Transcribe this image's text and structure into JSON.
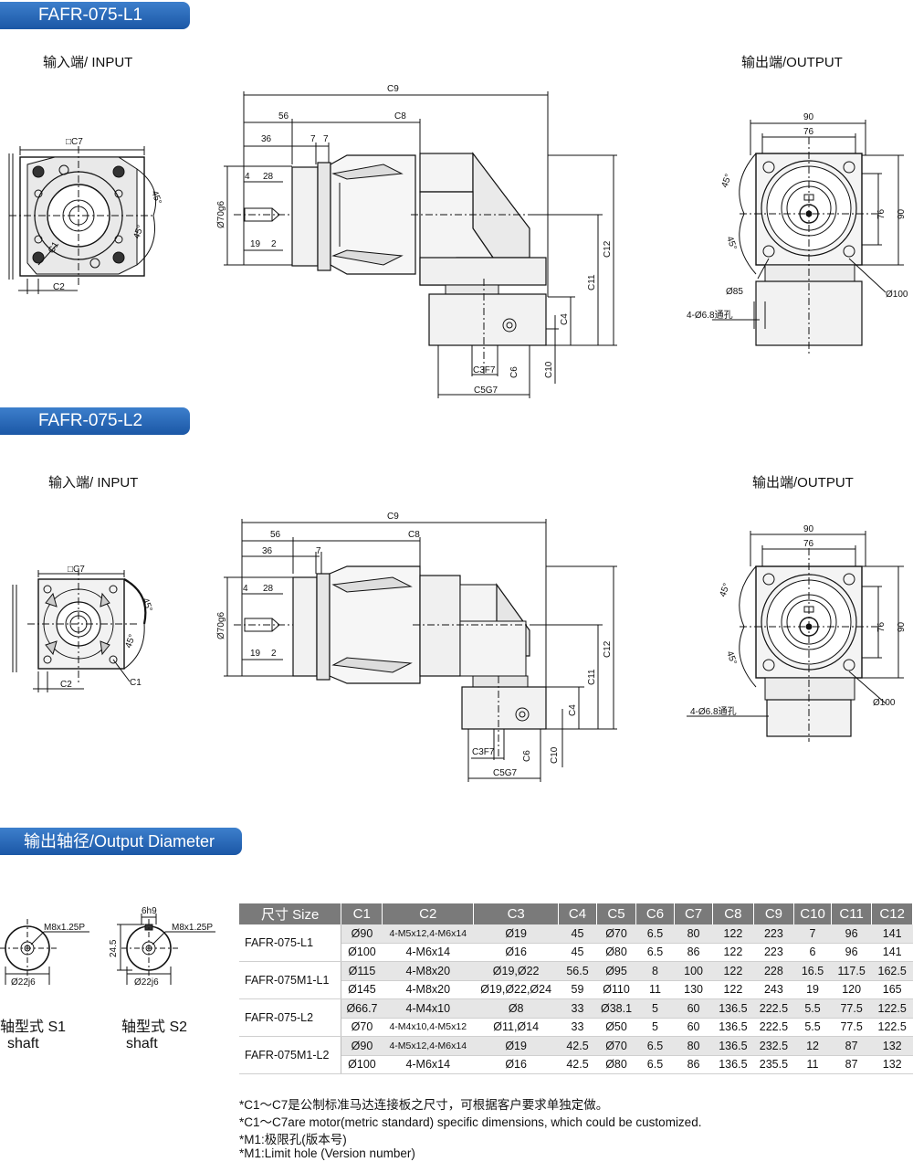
{
  "sections": {
    "l1_title": "FAFR-075-L1",
    "l2_title": "FAFR-075-L2",
    "output_diameter_title": "输出轴径/Output Diameter"
  },
  "labels": {
    "input": "输入端/ INPUT",
    "output": "输出端/OUTPUT"
  },
  "dims_l1": {
    "c9": "C9",
    "c8": "C8",
    "d56": "56",
    "d36": "36",
    "d7a": "7",
    "d7b": "7",
    "d4": "4",
    "d28": "28",
    "d19": "19",
    "d2": "2",
    "phi70": "Ø70g6",
    "c12": "C12",
    "c11": "C11",
    "c4": "C4",
    "c10": "C10",
    "c6": "C6",
    "c3f7": "C3F7",
    "c5g7": "C5G7",
    "c7": "□C7",
    "c2": "C2",
    "c1": "C1",
    "a45a": "45°",
    "a45b": "45°",
    "o90": "90",
    "o76": "76",
    "o76v": "76",
    "o90v": "90",
    "o45a": "45°",
    "o45b": "45°",
    "phi85": "Ø85",
    "phi100": "Ø100",
    "holes": "4-Ø6.8通孔"
  },
  "dims_l2": {
    "c9": "C9",
    "c8": "C8",
    "d56": "56",
    "d36": "36",
    "d7": "7",
    "d4": "4",
    "d28": "28",
    "d19": "19",
    "d2": "2",
    "phi70": "Ø70g6",
    "c12": "C12",
    "c11": "C11",
    "c4": "C4",
    "c10": "C10",
    "c6": "C6",
    "c3f7": "C3F7",
    "c5g7": "C5G7",
    "c7": "□C7",
    "c2": "C2",
    "c1": "C1",
    "a45a": "45°",
    "a45b": "45°",
    "o90": "90",
    "o76": "76",
    "o76v": "76",
    "o90v": "90",
    "o45a": "45°",
    "o45b": "45°",
    "phi100": "Ø100",
    "holes": "4-Ø6.8通孔"
  },
  "shafts": {
    "s1_thread": "M8x1.25P",
    "s1_dia": "Ø22j6",
    "s1_name": "轴型式 S1",
    "s1_sub": "shaft",
    "s2_key": "6h9",
    "s2_thread": "M8x1.25P",
    "s2_height": "24.5",
    "s2_dia": "Ø22j6",
    "s2_name": "轴型式 S2",
    "s2_sub": "shaft"
  },
  "table": {
    "headers": [
      "尺寸 Size",
      "C1",
      "C2",
      "C3",
      "C4",
      "C5",
      "C6",
      "C7",
      "C8",
      "C9",
      "C10",
      "C11",
      "C12"
    ],
    "groups": [
      {
        "model": "FAFR-075-L1",
        "rows": [
          [
            "Ø90",
            "4-M5x12,4-M6x14",
            "Ø19",
            "45",
            "Ø70",
            "6.5",
            "80",
            "122",
            "223",
            "7",
            "96",
            "141"
          ],
          [
            "Ø100",
            "4-M6x14",
            "Ø16",
            "45",
            "Ø80",
            "6.5",
            "86",
            "122",
            "223",
            "6",
            "96",
            "141"
          ]
        ]
      },
      {
        "model": "FAFR-075M1-L1",
        "rows": [
          [
            "Ø115",
            "4-M8x20",
            "Ø19,Ø22",
            "56.5",
            "Ø95",
            "8",
            "100",
            "122",
            "228",
            "16.5",
            "117.5",
            "162.5"
          ],
          [
            "Ø145",
            "4-M8x20",
            "Ø19,Ø22,Ø24",
            "59",
            "Ø110",
            "11",
            "130",
            "122",
            "243",
            "19",
            "120",
            "165"
          ]
        ]
      },
      {
        "model": "FAFR-075-L2",
        "rows": [
          [
            "Ø66.7",
            "4-M4x10",
            "Ø8",
            "33",
            "Ø38.1",
            "5",
            "60",
            "136.5",
            "222.5",
            "5.5",
            "77.5",
            "122.5"
          ],
          [
            "Ø70",
            "4-M4x10,4-M5x12",
            "Ø11,Ø14",
            "33",
            "Ø50",
            "5",
            "60",
            "136.5",
            "222.5",
            "5.5",
            "77.5",
            "122.5"
          ]
        ]
      },
      {
        "model": "FAFR-075M1-L2",
        "rows": [
          [
            "Ø90",
            "4-M5x12,4-M6x14",
            "Ø19",
            "42.5",
            "Ø70",
            "6.5",
            "80",
            "136.5",
            "232.5",
            "12",
            "87",
            "132"
          ],
          [
            "Ø100",
            "4-M6x14",
            "Ø16",
            "42.5",
            "Ø80",
            "6.5",
            "86",
            "136.5",
            "235.5",
            "11",
            "87",
            "132"
          ]
        ]
      }
    ]
  },
  "notes": [
    "*C1～C7是公制标准马达连接板之尺寸，可根据客户要求单独定做。",
    "*C1～C7are motor(metric standard) specific dimensions, which could be customized.",
    "*M1:极限孔(版本号)",
    "*M1:Limit hole (Version number)"
  ]
}
